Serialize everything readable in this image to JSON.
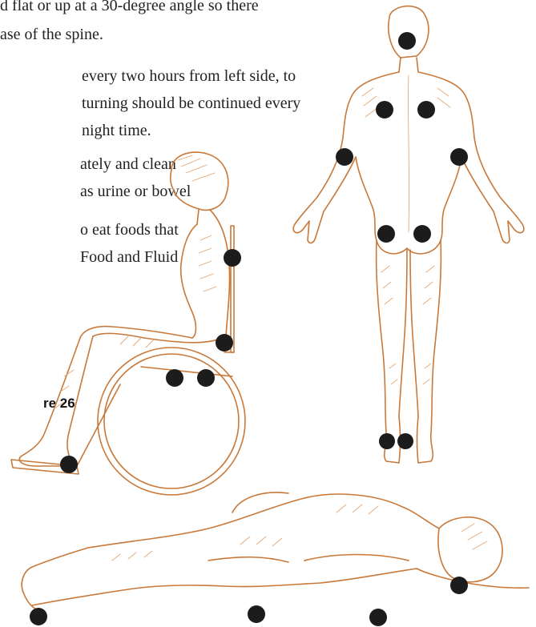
{
  "text_lines": [
    "d flat or up at a 30-degree angle so there",
    "ase of the spine.",
    "every two hours from left side, to",
    "turning should be continued every",
    "night time.",
    "ately and clean",
    "as urine or bowel",
    "o eat foods that",
    "Food and Fluid"
  ],
  "figure_label": "re 26",
  "colors": {
    "illustration": "#c8793a",
    "marker": "#1c1c1c"
  },
  "figures": {
    "standing_back_view": "person standing seen from behind with pressure-point markers",
    "wheelchair_side_view": "person seated in wheelchair with pressure-point markers",
    "lying_side_view": "person lying on side with pressure-point markers"
  }
}
